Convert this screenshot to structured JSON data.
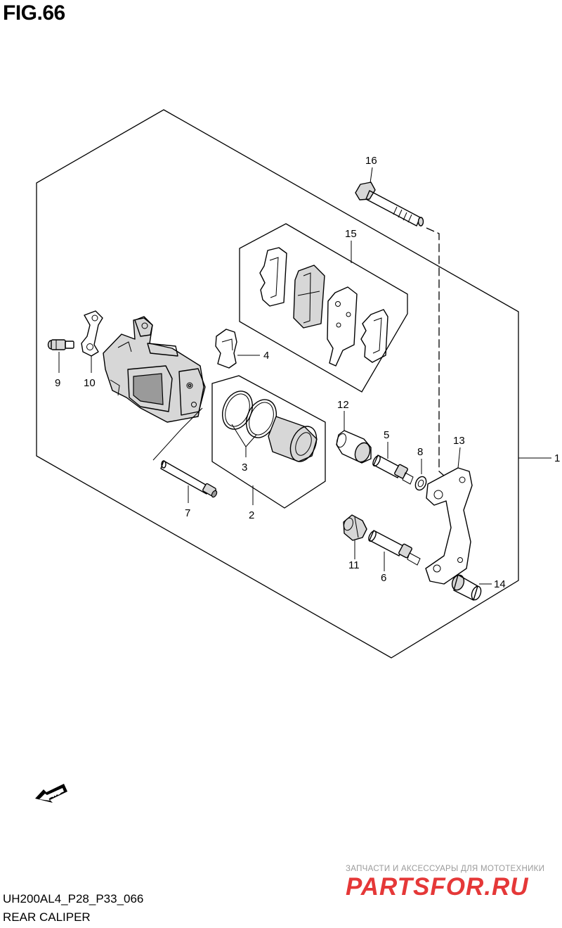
{
  "figure": {
    "title": "FIG.66",
    "code": "UH200AL4_P28_P33_066",
    "name": "REAR CALIPER"
  },
  "callouts": {
    "p1": "1",
    "p2": "2",
    "p3": "3",
    "p4": "4",
    "p5": "5",
    "p6": "6",
    "p7": "7",
    "p8": "8",
    "p9": "9",
    "p10": "10",
    "p11": "11",
    "p12": "12",
    "p13": "13",
    "p14": "14",
    "p15": "15",
    "p16": "16"
  },
  "direction_arrow": {
    "label": "FWD",
    "icon": "fwd-arrow-icon"
  },
  "watermark": {
    "tagline": "ЗАПЧАСТИ И АКСЕССУАРЫ ДЛЯ МОТОТЕХНИКИ",
    "logo": "PARTSFOR.RU",
    "color": "#e53838"
  }
}
